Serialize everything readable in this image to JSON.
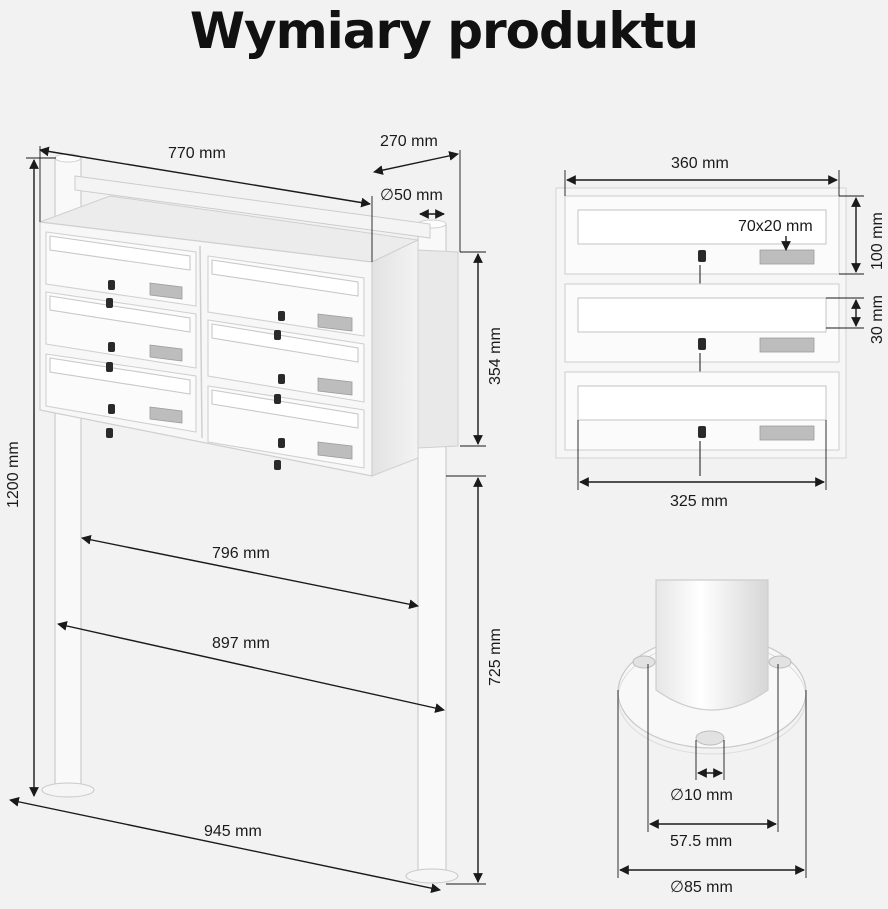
{
  "title": "Wymiary produktu",
  "dimensions": {
    "width_top": "770 mm",
    "depth": "270 mm",
    "pole_diameter": "∅50 mm",
    "box_height": "354 mm",
    "total_height": "1200 mm",
    "inner_span": "796 mm",
    "outer_span": "897 mm",
    "leg_height": "725 mm",
    "base_span": "945 mm",
    "front_width": "360 mm",
    "name_plate": "70x20 mm",
    "compartment_height": "100 mm",
    "slot_height": "30 mm",
    "slot_width": "325 mm",
    "hole_diameter": "∅10 mm",
    "hole_spacing": "57.5 mm",
    "base_diameter": "∅85 mm"
  }
}
